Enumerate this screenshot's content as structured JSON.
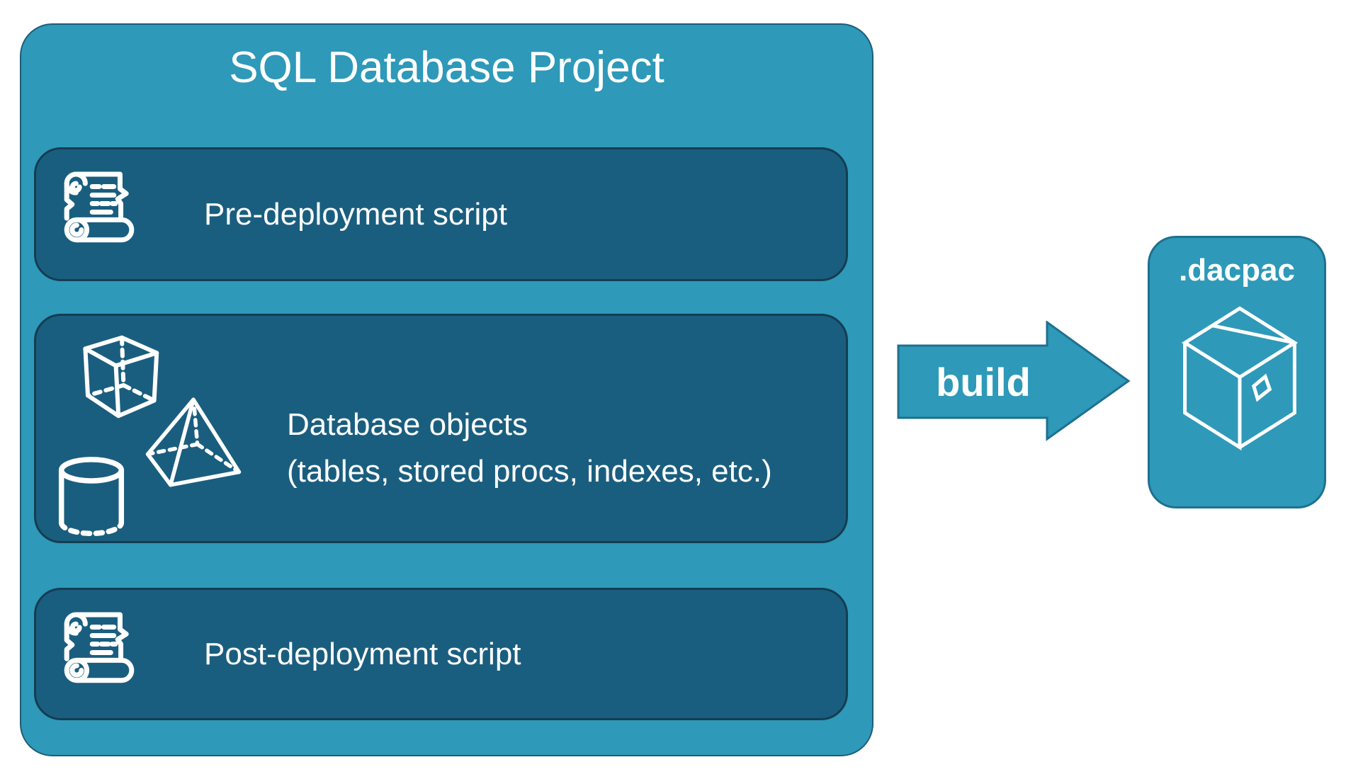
{
  "title": "SQL Database Project",
  "boxes": {
    "pre": {
      "label": "Pre-deployment script",
      "icon": "scroll-icon"
    },
    "objects": {
      "line1": "Database objects",
      "line2": "(tables, stored procs, indexes, etc.)",
      "icons": [
        "cube-icon",
        "pyramid-icon",
        "cylinder-icon"
      ]
    },
    "post": {
      "label": "Post-deployment script",
      "icon": "scroll-icon"
    }
  },
  "arrow": {
    "label": "build"
  },
  "dacpac": {
    "label": ".dacpac",
    "icon": "package-icon"
  },
  "colors": {
    "outer_fill": "#2e99b8",
    "outer_border": "#1d5d77",
    "inner_fill": "#1a5e7f",
    "inner_border": "#143d52",
    "accent_border": "#1e7090",
    "text": "#ffffff",
    "background": "#ffffff"
  }
}
